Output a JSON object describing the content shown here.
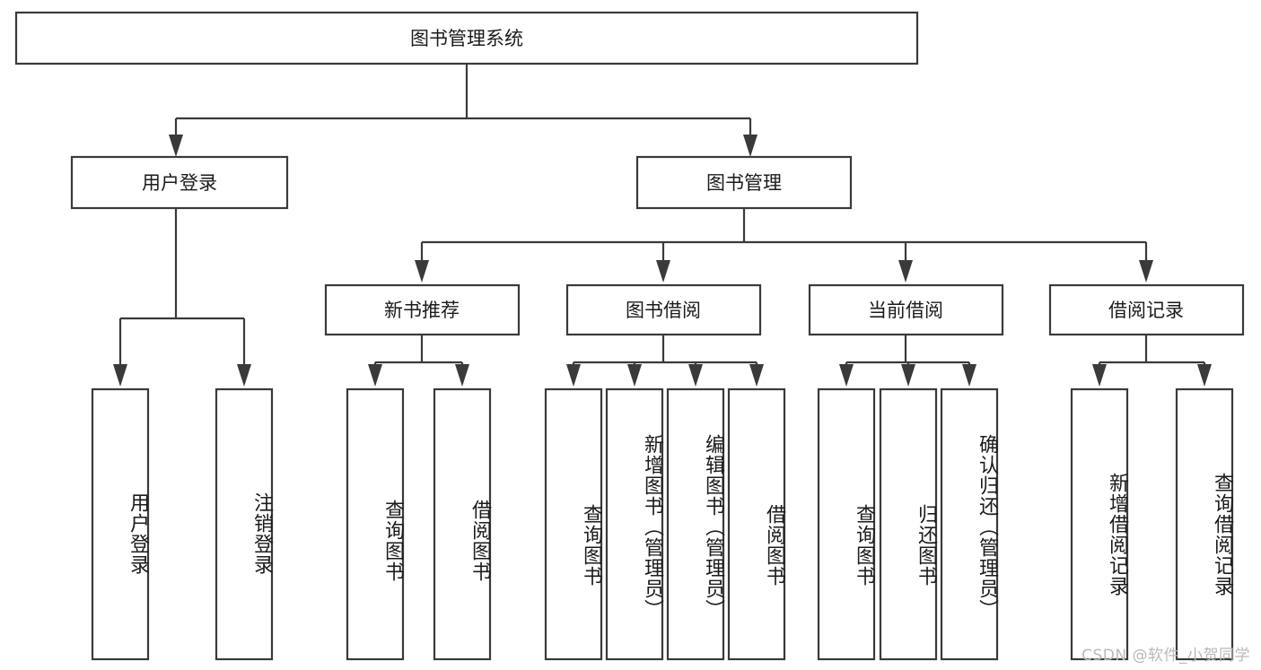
{
  "diagram": {
    "title": "图书管理系统",
    "watermark": "CSDN @软件_小贺同学",
    "type": "tree-hierarchy",
    "root": {
      "label": "图书管理系统",
      "children": [
        {
          "label": "用户登录",
          "children": [
            {
              "label": "用户登录"
            },
            {
              "label": "注销登录"
            }
          ]
        },
        {
          "label": "图书管理",
          "children": [
            {
              "label": "新书推荐",
              "children": [
                {
                  "label": "查询图书"
                },
                {
                  "label": "借阅图书"
                }
              ]
            },
            {
              "label": "图书借阅",
              "children": [
                {
                  "label": "查询图书"
                },
                {
                  "label": "新增图书（管理员）"
                },
                {
                  "label": "编辑图书（管理员）"
                },
                {
                  "label": "借阅图书"
                }
              ]
            },
            {
              "label": "当前借阅",
              "children": [
                {
                  "label": "查询图书"
                },
                {
                  "label": "归还图书"
                },
                {
                  "label": "确认归还（管理员）"
                }
              ]
            },
            {
              "label": "借阅记录",
              "children": [
                {
                  "label": "新增借阅记录"
                },
                {
                  "label": "查询借阅记录"
                }
              ]
            }
          ]
        }
      ]
    },
    "nodes": {
      "root": "图书管理系统",
      "level1": [
        "用户登录",
        "图书管理"
      ],
      "level2": [
        "新书推荐",
        "图书借阅",
        "当前借阅",
        "借阅记录"
      ],
      "leaves": [
        "用户登录",
        "注销登录",
        "查询图书",
        "借阅图书",
        "查询图书",
        "新增图书（管理员）",
        "编辑图书（管理员）",
        "借阅图书",
        "查询图书",
        "归还图书",
        "确认归还（管理员）",
        "新增借阅记录",
        "查询借阅记录"
      ]
    },
    "colors": {
      "box_stroke": "#3a3a3a",
      "box_fill": "#ffffff",
      "text": "#1b1b1b",
      "background": "#ffffff",
      "watermark": "#b9b9b9"
    }
  }
}
